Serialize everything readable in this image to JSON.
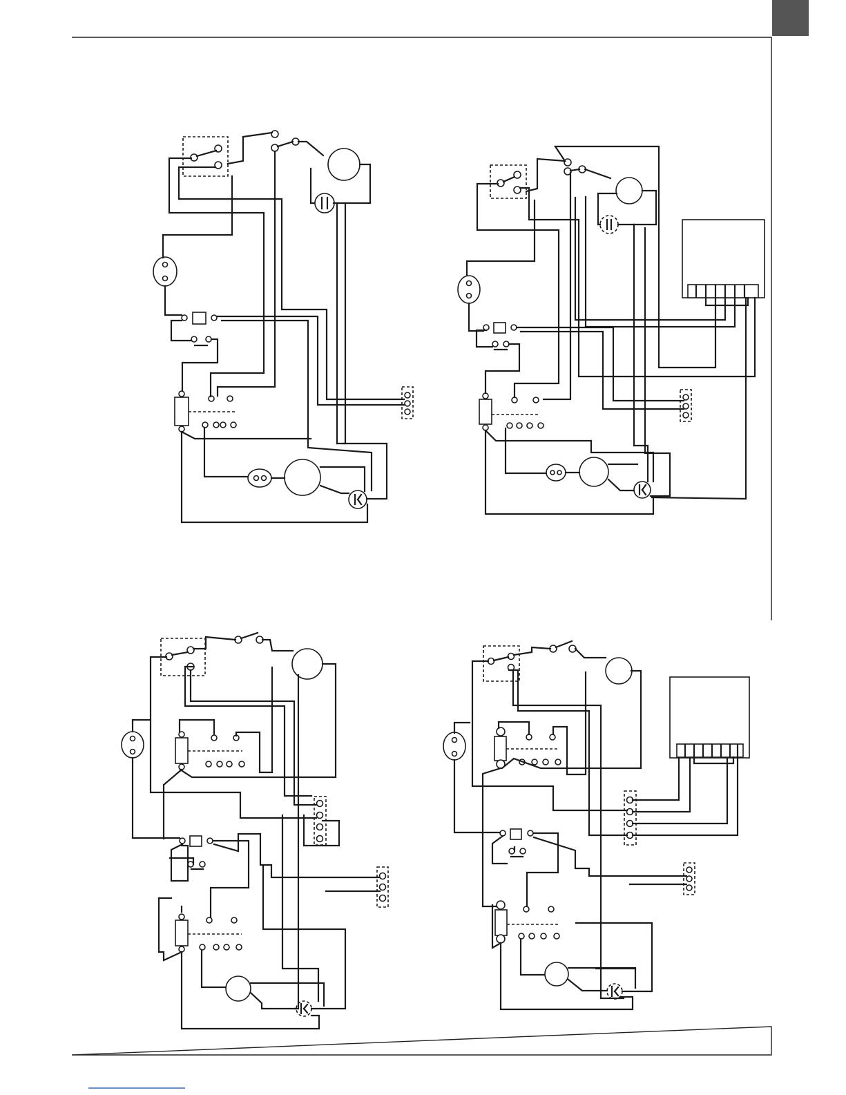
{
  "page": {
    "tab_color": "#555555",
    "line_color": "#1a1a1a",
    "footer_link_color": "#3366cc"
  },
  "diagrams": [
    {
      "name": "wiring-diagram-top-left",
      "components": [
        "thermostat",
        "door-switch",
        "fan-motor",
        "capacitor",
        "lamp",
        "relay",
        "start-relay",
        "compressor",
        "overload-protector",
        "terminal-block"
      ]
    },
    {
      "name": "wiring-diagram-top-right",
      "components": [
        "thermostat",
        "door-switch",
        "fan-motor",
        "capacitor",
        "lamp",
        "relay",
        "start-relay",
        "compressor",
        "overload-protector",
        "terminal-block",
        "control-box"
      ]
    },
    {
      "name": "wiring-diagram-bottom-left",
      "components": [
        "thermostat",
        "door-switch",
        "fan-motor",
        "lamp",
        "relay",
        "relay",
        "start-relay",
        "compressor",
        "overload-protector",
        "terminal-block",
        "terminal-block"
      ]
    },
    {
      "name": "wiring-diagram-bottom-right",
      "components": [
        "thermostat",
        "door-switch",
        "fan-motor",
        "lamp",
        "relay",
        "relay",
        "start-relay",
        "compressor",
        "overload-protector",
        "terminal-block",
        "terminal-block",
        "control-box"
      ]
    }
  ]
}
